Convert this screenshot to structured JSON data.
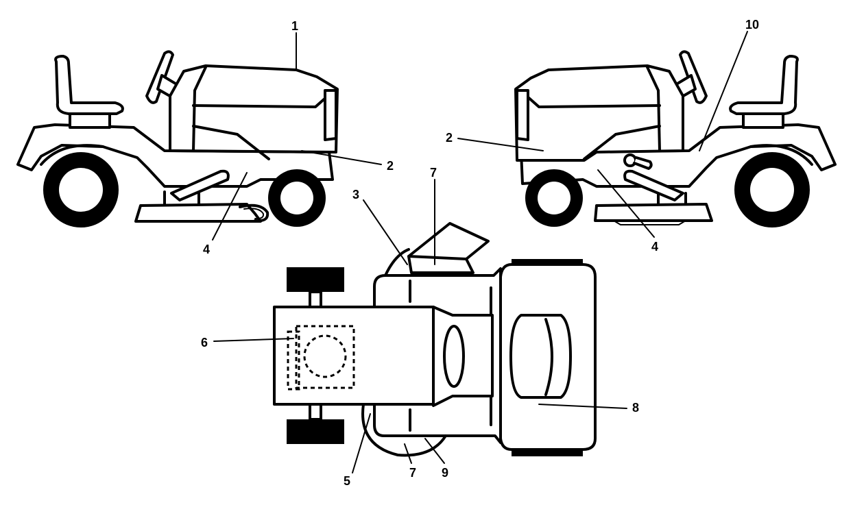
{
  "callouts": [
    {
      "id": "c1",
      "label": "1"
    },
    {
      "id": "c2-left",
      "label": "2"
    },
    {
      "id": "c4-left",
      "label": "4"
    },
    {
      "id": "c2-right",
      "label": "2"
    },
    {
      "id": "c10",
      "label": "10"
    },
    {
      "id": "c4-right",
      "label": "4"
    },
    {
      "id": "c3",
      "label": "3"
    },
    {
      "id": "c7-top",
      "label": "7"
    },
    {
      "id": "c6",
      "label": "6"
    },
    {
      "id": "c8",
      "label": "8"
    },
    {
      "id": "c5",
      "label": "5"
    },
    {
      "id": "c7-bottom",
      "label": "7"
    },
    {
      "id": "c9",
      "label": "9"
    }
  ],
  "colors": {
    "line": "#000000",
    "background": "#ffffff"
  }
}
